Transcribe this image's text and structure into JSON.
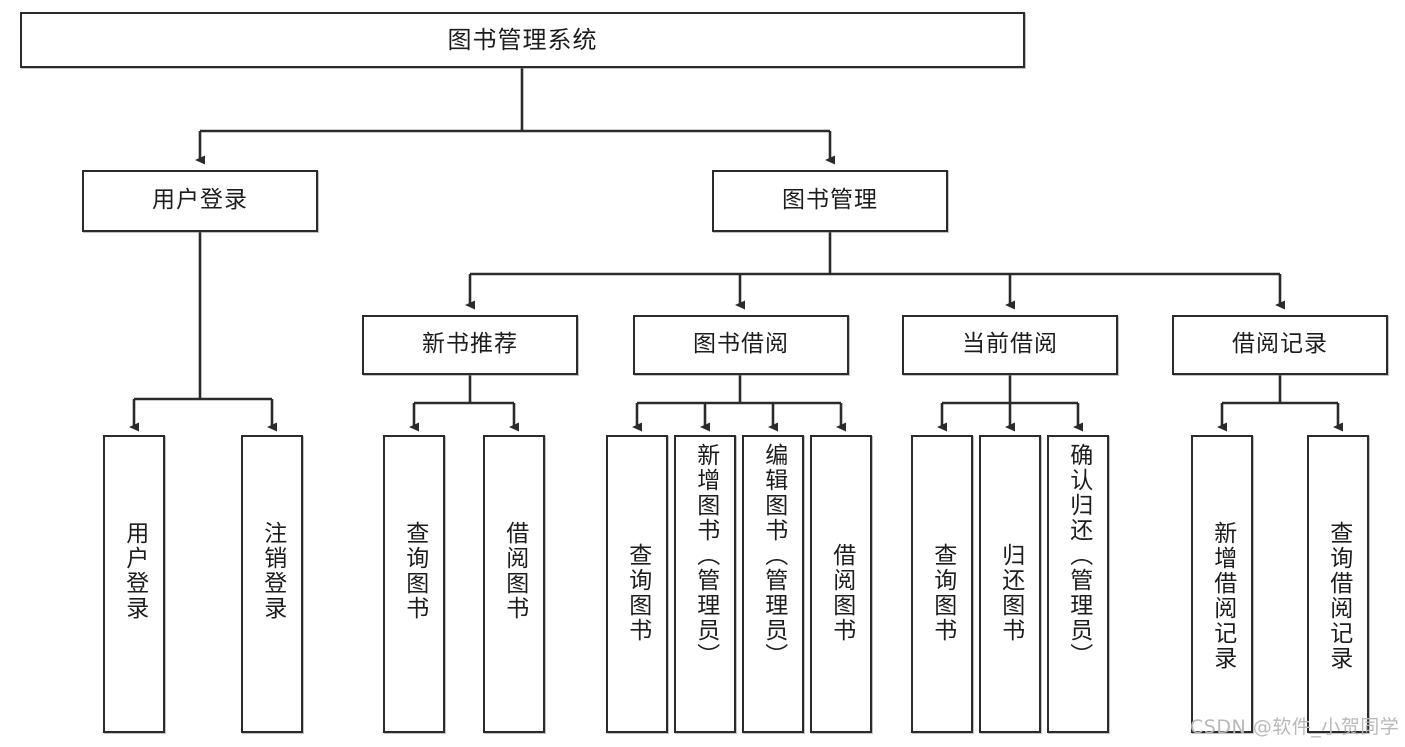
{
  "diagram": {
    "title": "图书管理系统",
    "type": "tree-hierarchy",
    "watermark": "CSDN @软件_小贺同学",
    "colors": {
      "stroke": "#2b2b2b",
      "fill": "#ffffff",
      "text": "#1d1d1d",
      "watermark": "#b9b9b9"
    },
    "levels": {
      "level1": [
        {
          "id": "root",
          "label": "图书管理系统"
        }
      ],
      "level2": [
        {
          "id": "user-login",
          "label": "用户登录"
        },
        {
          "id": "book-manage",
          "label": "图书管理"
        }
      ],
      "level3": [
        {
          "id": "new-book-rec",
          "label": "新书推荐"
        },
        {
          "id": "book-borrow",
          "label": "图书借阅"
        },
        {
          "id": "current-borrow",
          "label": "当前借阅"
        },
        {
          "id": "borrow-record",
          "label": "借阅记录"
        }
      ],
      "level4": [
        {
          "id": "leaf-1",
          "label": "用户登录",
          "parent": "user-login"
        },
        {
          "id": "leaf-2",
          "label": "注销登录",
          "parent": "user-login"
        },
        {
          "id": "leaf-3",
          "label": "查询图书",
          "parent": "new-book-rec"
        },
        {
          "id": "leaf-4",
          "label": "借阅图书",
          "parent": "new-book-rec"
        },
        {
          "id": "leaf-5",
          "label": "查询图书",
          "parent": "book-borrow"
        },
        {
          "id": "leaf-6",
          "label": "新增图书（管理员）",
          "parent": "book-borrow"
        },
        {
          "id": "leaf-7",
          "label": "编辑图书（管理员）",
          "parent": "book-borrow"
        },
        {
          "id": "leaf-8",
          "label": "借阅图书",
          "parent": "book-borrow"
        },
        {
          "id": "leaf-9",
          "label": "查询图书",
          "parent": "current-borrow"
        },
        {
          "id": "leaf-10",
          "label": "归还图书",
          "parent": "current-borrow"
        },
        {
          "id": "leaf-11",
          "label": "确认归还（管理员）",
          "parent": "current-borrow"
        },
        {
          "id": "leaf-12",
          "label": "新增借阅记录",
          "parent": "borrow-record"
        },
        {
          "id": "leaf-13",
          "label": "查询借阅记录",
          "parent": "borrow-record"
        }
      ]
    }
  }
}
